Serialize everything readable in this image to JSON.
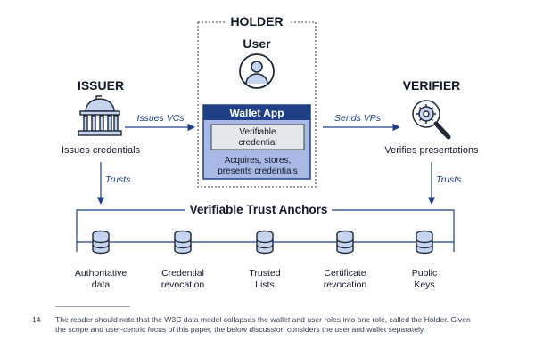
{
  "holder": {
    "heading": "HOLDER",
    "user_label": "User",
    "wallet_title": "Wallet App",
    "credential_line1": "Verifiable",
    "credential_line2": "credential",
    "wallet_desc_line1": "Acquires, stores,",
    "wallet_desc_line2": "presents credentials"
  },
  "issuer": {
    "heading": "ISSUER",
    "caption": "Issues credentials",
    "arrow_label": "Issues VCs",
    "trusts_label": "Trusts"
  },
  "verifier": {
    "heading": "VERIFIER",
    "caption": "Verifies presentations",
    "arrow_label": "Sends VPs",
    "trusts_label": "Trusts"
  },
  "anchors": {
    "title": "Verifiable Trust Anchors",
    "items": [
      {
        "line1": "Authoritative",
        "line2": "data"
      },
      {
        "line1": "Credential",
        "line2": "revocation"
      },
      {
        "line1": "Trusted",
        "line2": "Lists"
      },
      {
        "line1": "Certificate",
        "line2": "revocation"
      },
      {
        "line1": "Public",
        "line2": "Keys"
      }
    ]
  },
  "footnote": {
    "number": "14",
    "text": "The reader should note that the W3C data model collapses the wallet and user roles into one role, called the Holder. Given the scope and user-centric focus of this paper, the below discussion considers the user and wallet separately."
  },
  "colors": {
    "navy": "#1f3f86",
    "wallet_fill": "#a9b9e6",
    "wallet_title_fill": "#1f3f86",
    "credential_fill": "#e5e7eb",
    "icon_fill": "#c7d4f0",
    "line": "#1f3f86"
  },
  "icons": [
    "person-icon",
    "bank-building-icon",
    "gear-magnifier-icon",
    "database-icon"
  ]
}
